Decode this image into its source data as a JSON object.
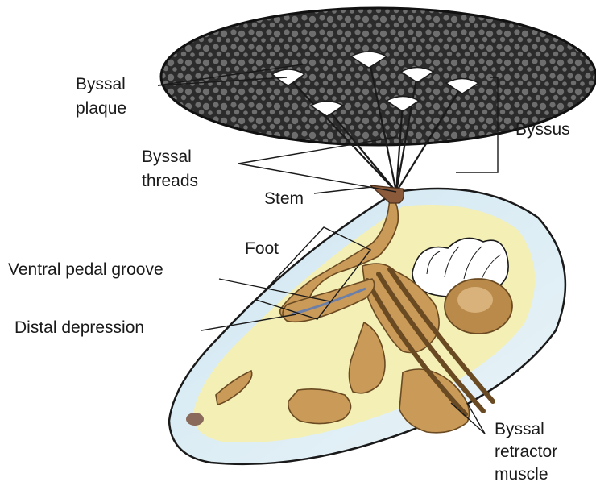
{
  "labels": {
    "byssal_plaque": [
      "Byssal",
      "plaque"
    ],
    "byssus": "Byssus",
    "byssal_threads": [
      "Byssal",
      "threads"
    ],
    "stem": "Stem",
    "foot": "Foot",
    "ventral_pedal_groove": "Ventral pedal groove",
    "distal_depression": "Distal depression",
    "byssal_retractor_muscle": [
      "Byssal",
      "retractor",
      "muscle"
    ]
  },
  "colors": {
    "rock": "#2b2b2b",
    "rock_spots": "#6e6e6e",
    "shell_fill": "#dfeef5",
    "mantle_yellow": "#f6efae",
    "tissue": "#c99a58",
    "tissue_dark": "#8a6330",
    "thread": "#1a1a1a",
    "gill": "#ffffff",
    "groove": "#6c7fa8"
  }
}
